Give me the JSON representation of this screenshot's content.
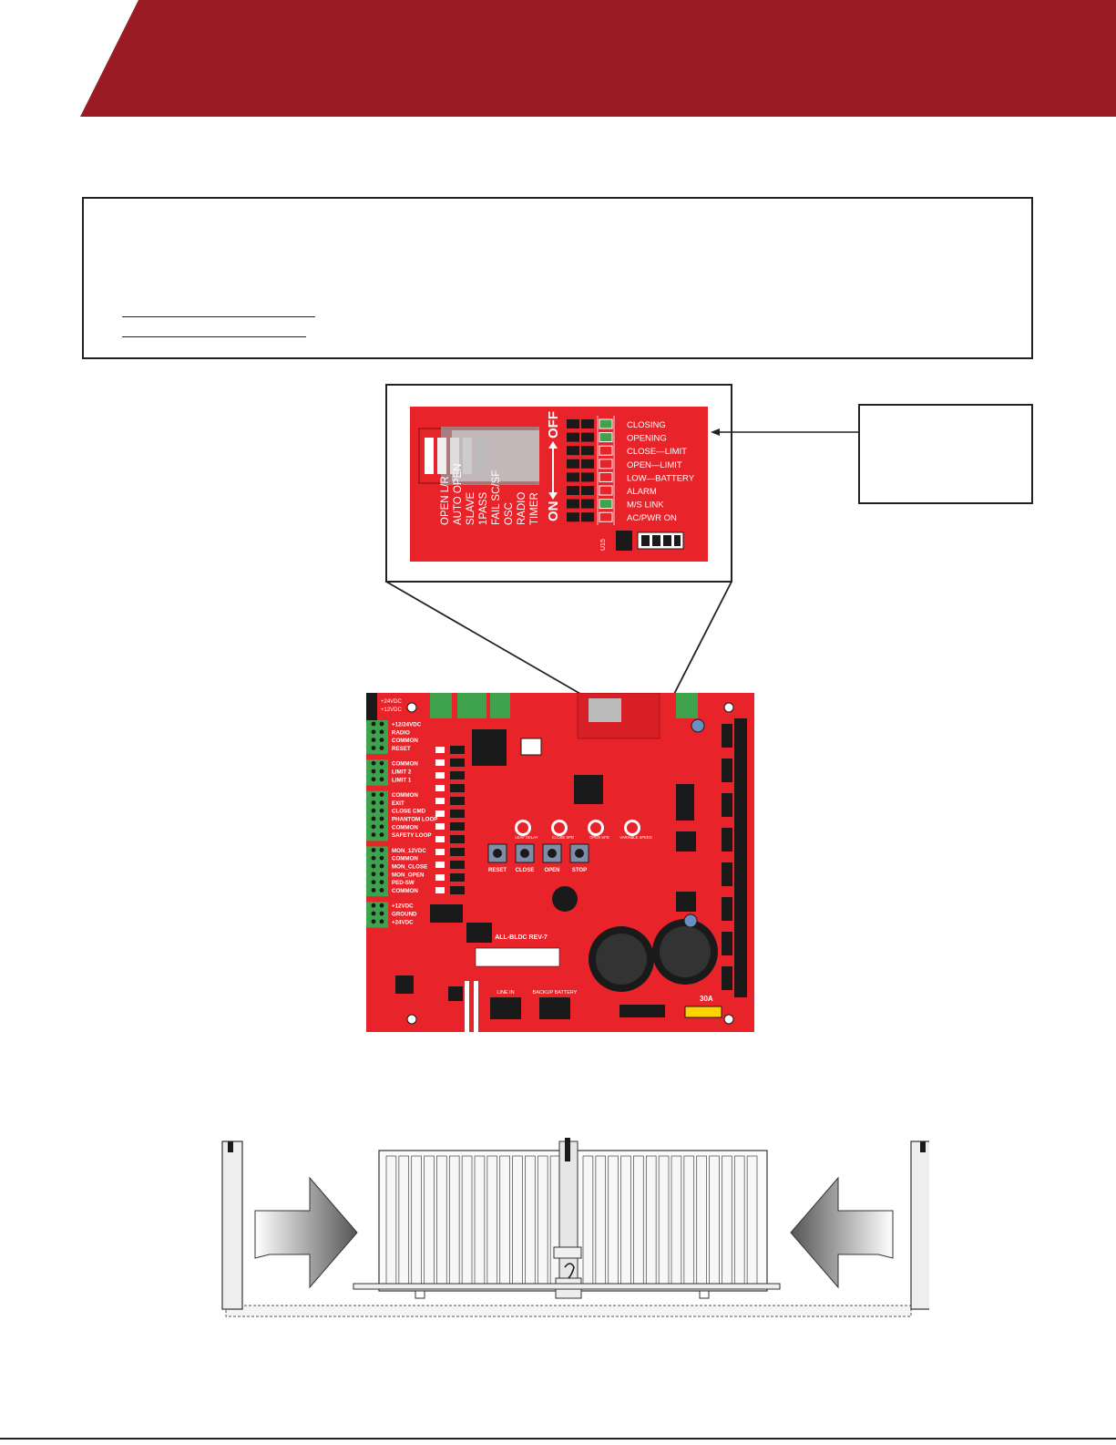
{
  "zoom_panel": {
    "switch_block": {
      "off_label": "OFF",
      "on_label": "ON",
      "switch_labels": [
        "TIMER",
        "RADIO",
        "OSC",
        "FAIL SC/SF",
        "1PASS",
        "SLAVE",
        "AUTO OPEN",
        "OPEN L/R"
      ]
    },
    "led_labels": [
      "CLOSING",
      "OPENING",
      "CLOSE—LIMIT",
      "OPEN—LIMIT",
      "LOW—BATTERY",
      "ALARM",
      "M/S LINK",
      "AC/PWR ON"
    ],
    "led_states": [
      true,
      true,
      false,
      false,
      false,
      false,
      true,
      false
    ],
    "chip_label": "U15"
  },
  "board": {
    "left_terminal_labels": [
      "+12/24VDC",
      "RADIO",
      "COMMON",
      "RESET",
      "COMMON",
      "LIMIT 2",
      "LIMIT 1",
      "COMMON",
      "EXIT",
      "CLOSE CMD",
      "PHANTOM LOOP",
      "COMMON",
      "SAFETY LOOP",
      "MON_12VDC",
      "COMMON",
      "MON_CLOSE",
      "MON_OPEN",
      "PED-SW",
      "COMMON",
      "+12VDC",
      "GROUND",
      "+24VDC"
    ],
    "top_left_labels": [
      "+24VDC",
      "+12VDC"
    ],
    "button_labels": [
      "RESET",
      "CLOSE",
      "OPEN",
      "STOP"
    ],
    "pot_labels": [
      "LEAF DELAY",
      "CLOSE SPD",
      "OPEN SPD",
      "VARIABLE SPEED"
    ],
    "model_label": "ALL-BLDC REV-7",
    "fuse_label": "30A",
    "bottom_labels": [
      "LINE IN",
      "BACKUP BATTERY"
    ],
    "colors": {
      "pcb": "#e8232a",
      "terminal": "#3fa34d",
      "dark": "#1a1a1a"
    }
  },
  "colors": {
    "header_red": "#9b1b22",
    "led_on": "#3fa34d"
  }
}
